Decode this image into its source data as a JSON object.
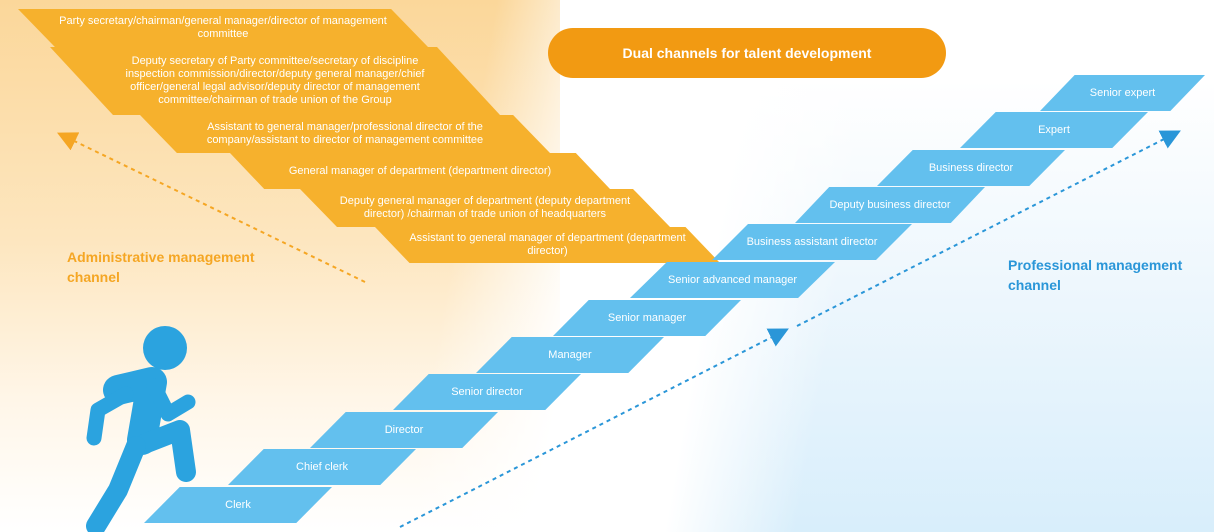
{
  "title": "Dual channels for talent development",
  "admin_channel": "Administrative management channel",
  "prof_channel": "Professional management channel",
  "colors": {
    "admin": "#f6b12d",
    "professional": "#63c0ee",
    "title_bg": "#f29a12"
  },
  "admin_steps": [
    "Party secretary/chairman/general manager/director of management committee",
    "Deputy secretary of Party committee/secretary of discipline inspection commission/director/deputy general manager/chief officer/general legal advisor/deputy director of management committee/chairman of trade union of the Group",
    "Assistant to general manager/professional director of the company/assistant to director of management committee",
    "General manager of department (department director)",
    "Deputy general manager of department (deputy department director) /chairman of trade union of headquarters",
    "Assistant to general manager of department (department director)"
  ],
  "common_steps": [
    "Clerk",
    "Chief clerk",
    "Director",
    "Senior director",
    "Manager",
    "Senior manager",
    "Senior advanced manager"
  ],
  "prof_steps": [
    "Business assistant director",
    "Deputy business director",
    "Business director",
    "Expert",
    "Senior expert"
  ],
  "icons": {
    "runner": "runner-icon",
    "admin_arrow": "dotted-arrow-up-left-icon",
    "prof_arrows": "dotted-arrow-up-right-icon"
  }
}
